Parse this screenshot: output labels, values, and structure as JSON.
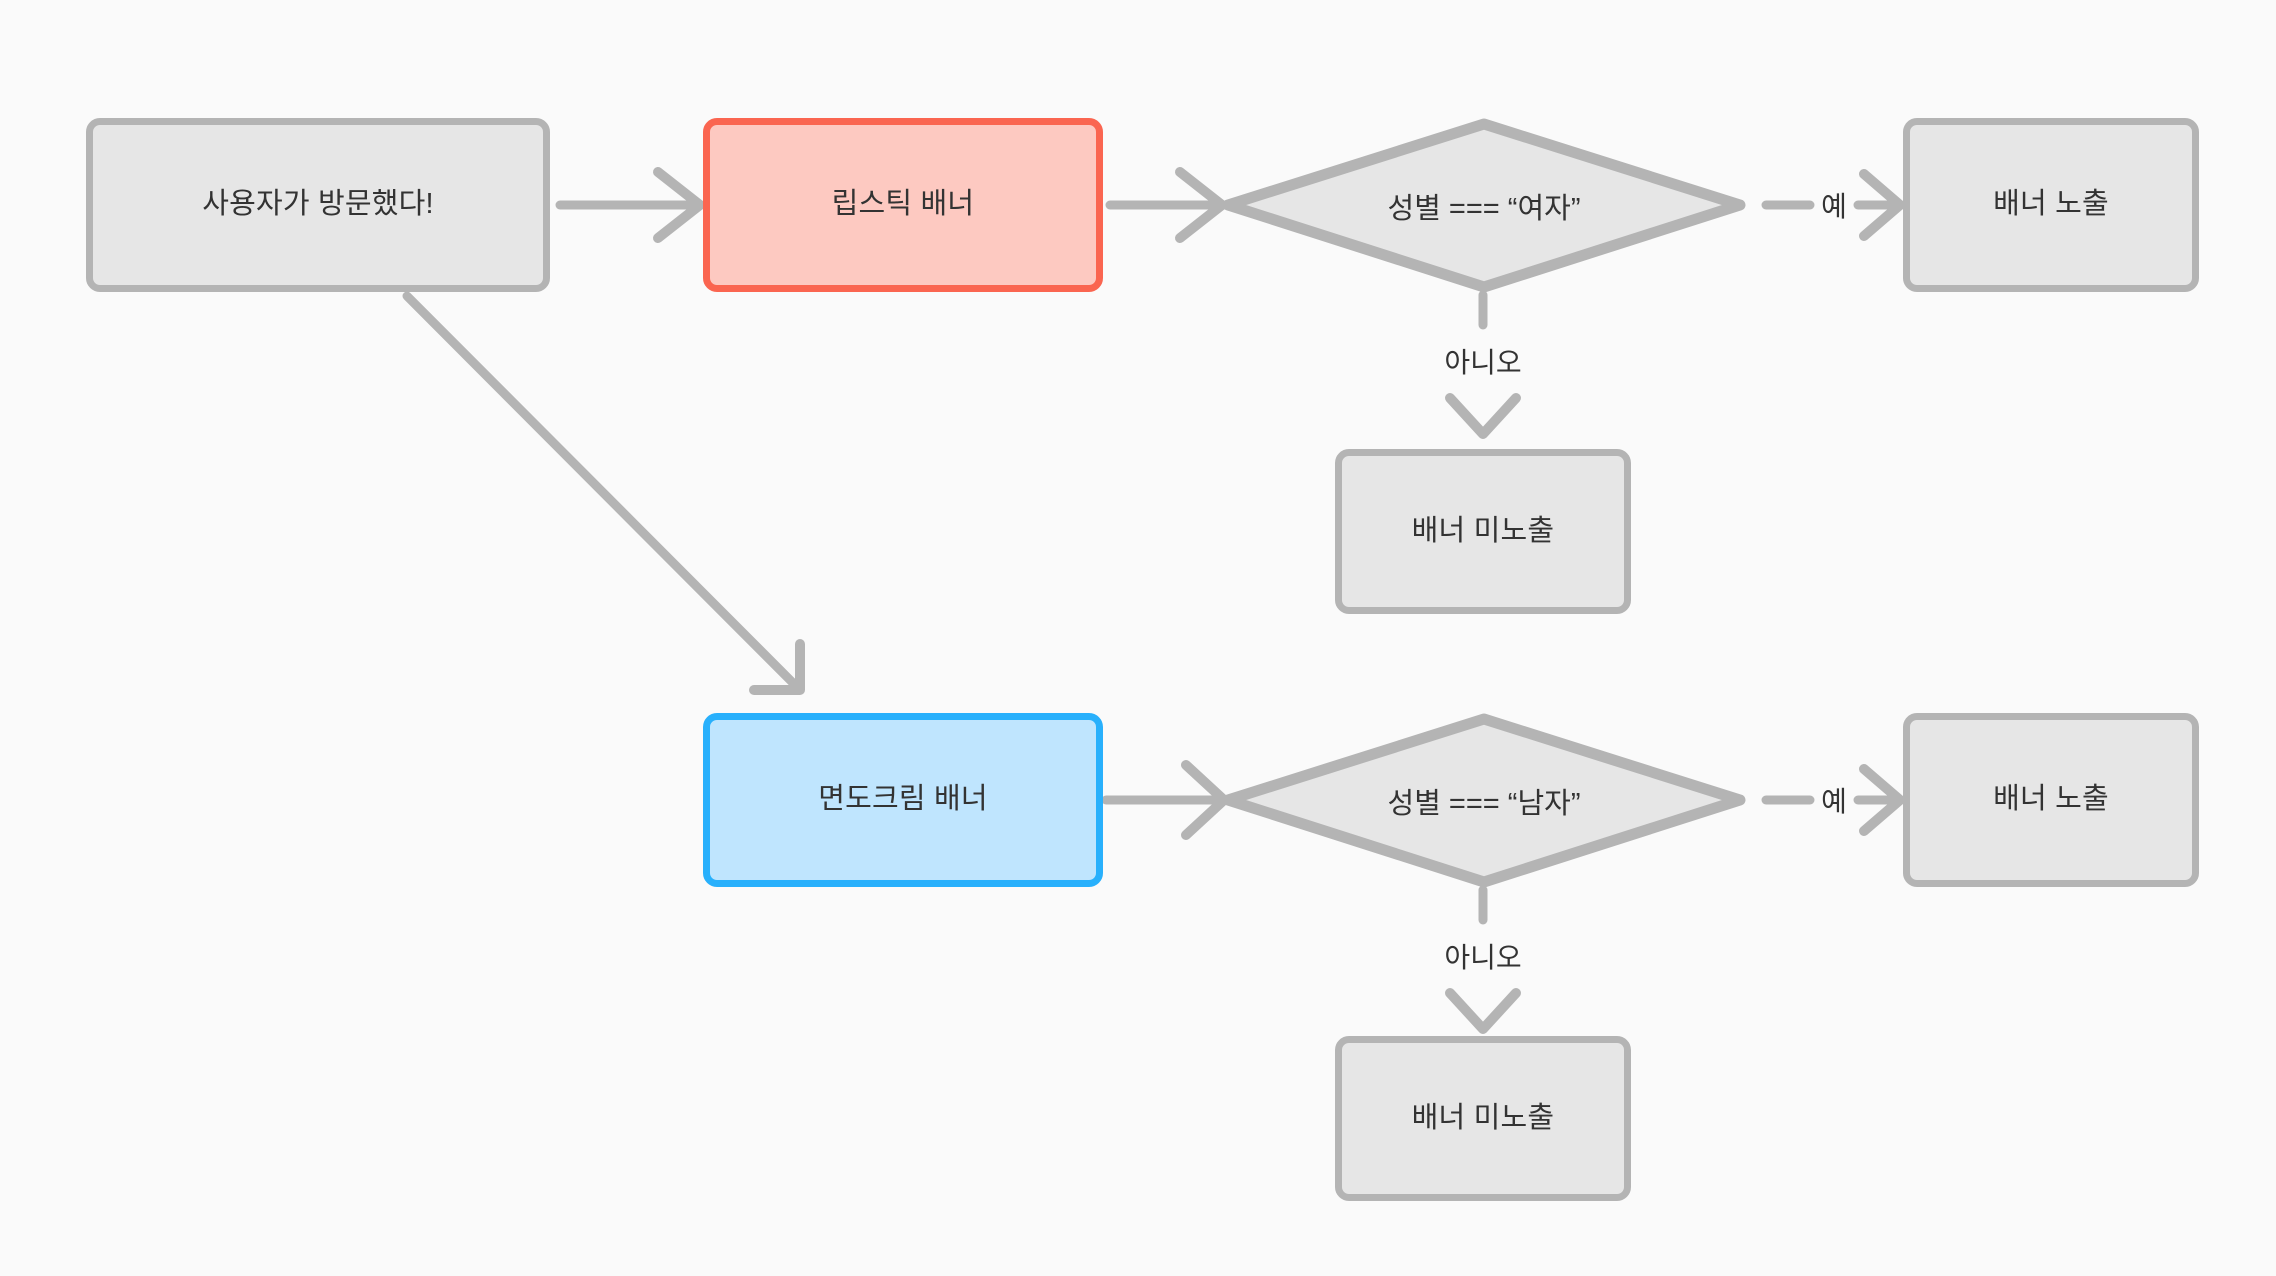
{
  "diagram": {
    "type": "flowchart",
    "title": "",
    "background_color": "#fafafa",
    "palette": {
      "gray_fill": "#e6e6e6",
      "gray_stroke": "#b4b4b4",
      "red_fill": "#fdc9c1",
      "red_stroke": "#fa6550",
      "blue_fill": "#bfe5fe",
      "blue_stroke": "#28b0fc",
      "edge_stroke": "#b4b4b4",
      "text_color": "#333333"
    },
    "nodes": [
      {
        "id": "start",
        "shape": "rounded-rect",
        "style": "gray",
        "label": "사용자가 방문했다!"
      },
      {
        "id": "lipstick",
        "shape": "rounded-rect",
        "style": "red",
        "label": "립스틱 배너"
      },
      {
        "id": "cond_female",
        "shape": "diamond",
        "style": "gray",
        "label": "성별 === “여자”"
      },
      {
        "id": "show_female",
        "shape": "rounded-rect",
        "style": "gray",
        "label": "배너 노출"
      },
      {
        "id": "hide_female",
        "shape": "rounded-rect",
        "style": "gray",
        "label": "배너 미노출"
      },
      {
        "id": "shavecream",
        "shape": "rounded-rect",
        "style": "blue",
        "label": "면도크림 배너"
      },
      {
        "id": "cond_male",
        "shape": "diamond",
        "style": "gray",
        "label": "성별 === “남자”"
      },
      {
        "id": "show_male",
        "shape": "rounded-rect",
        "style": "gray",
        "label": "배너 노출"
      },
      {
        "id": "hide_male",
        "shape": "rounded-rect",
        "style": "gray",
        "label": "배너 미노출"
      }
    ],
    "edges": [
      {
        "from": "start",
        "to": "lipstick",
        "label": ""
      },
      {
        "from": "start",
        "to": "shavecream",
        "label": ""
      },
      {
        "from": "lipstick",
        "to": "cond_female",
        "label": ""
      },
      {
        "from": "cond_female",
        "to": "show_female",
        "label": "예"
      },
      {
        "from": "cond_female",
        "to": "hide_female",
        "label": "아니오"
      },
      {
        "from": "shavecream",
        "to": "cond_male",
        "label": ""
      },
      {
        "from": "cond_male",
        "to": "show_male",
        "label": "예"
      },
      {
        "from": "cond_male",
        "to": "hide_male",
        "label": "아니오"
      }
    ],
    "labels": {
      "yes_top": "예",
      "no_top": "아니오",
      "yes_bottom": "예",
      "no_bottom": "아니오"
    }
  }
}
